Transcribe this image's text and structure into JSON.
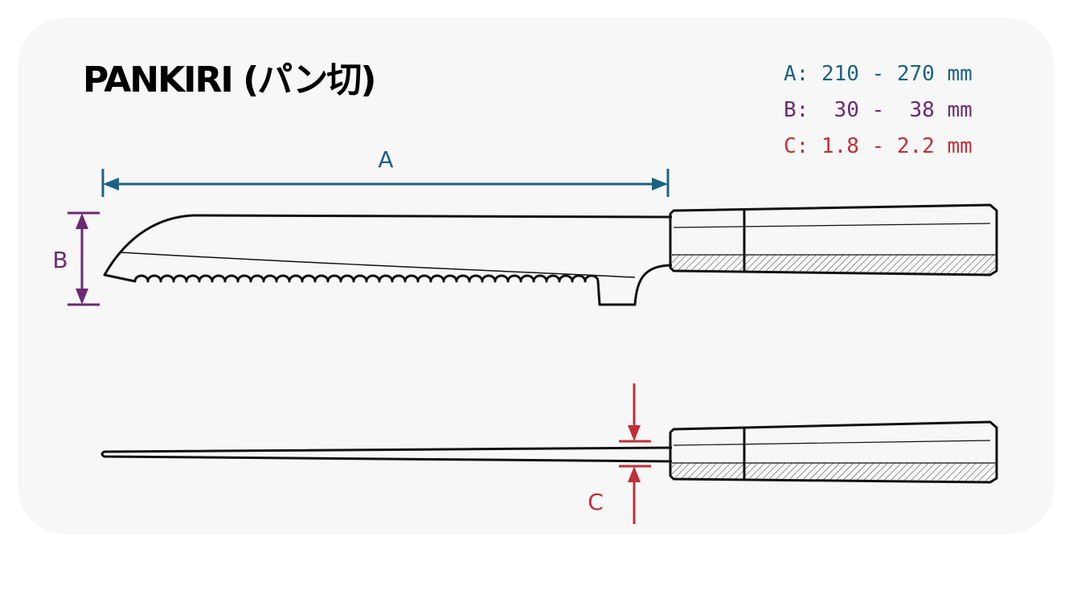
{
  "title": "PANKIRI (パン切)",
  "colors": {
    "a": "#1d6283",
    "b": "#6b2a73",
    "c": "#c0303a",
    "ink": "#111111",
    "card": "#f7f7f7"
  },
  "specs": [
    {
      "text": "A: 210 - 270 mm",
      "color": "#1d6283"
    },
    {
      "text": "B:  30 -  38 mm",
      "color": "#6b2a73"
    },
    {
      "text": "C: 1.8 - 2.2 mm",
      "color": "#c0303a"
    }
  ],
  "dimension_labels": {
    "a": "A",
    "b": "B",
    "c": "C"
  }
}
